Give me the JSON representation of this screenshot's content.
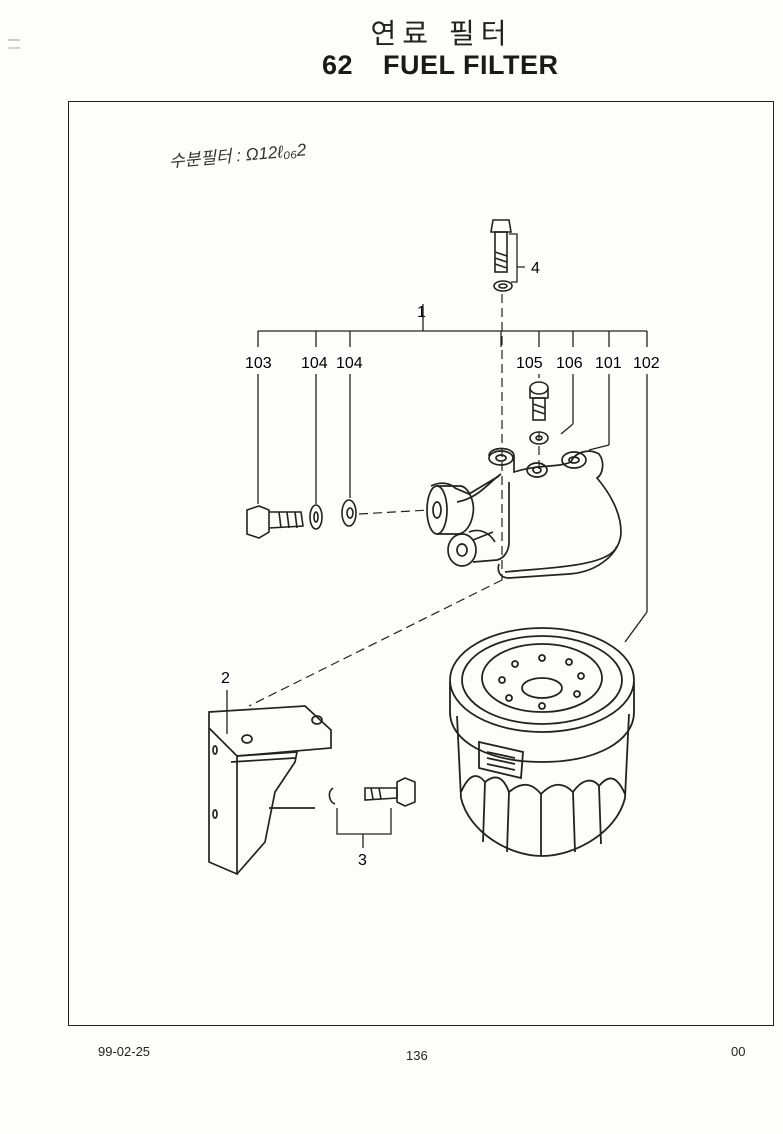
{
  "header": {
    "title_korean": "연료 필터",
    "section_number": "62",
    "title_english": "FUEL FILTER"
  },
  "handwritten_note": "수분필터 : Ω12ℓ₀₆2",
  "callouts": {
    "part_4": "4",
    "part_1": "1",
    "part_103": "103",
    "part_104a": "104",
    "part_104b": "104",
    "part_105": "105",
    "part_106": "106",
    "part_101": "101",
    "part_102": "102",
    "part_2": "2",
    "part_3": "3"
  },
  "footer": {
    "date": "99-02-25",
    "page": "136",
    "revision": "00"
  }
}
